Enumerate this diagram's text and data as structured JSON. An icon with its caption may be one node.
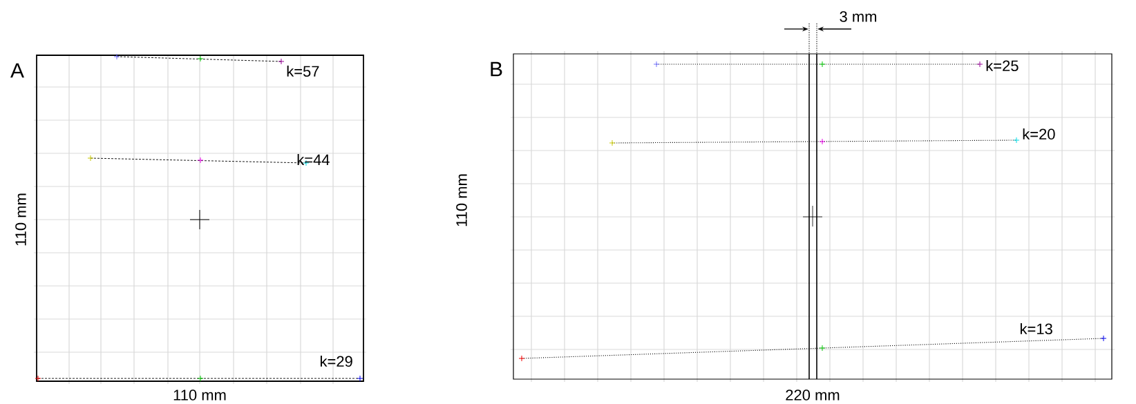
{
  "diagram": {
    "labels": [
      "A",
      "k=57",
      "k=44",
      "110 mm",
      "k=29",
      "110 mm",
      "3 mm",
      "B",
      "k=25",
      "k=20",
      "110 mm",
      "k=13",
      "220 mm"
    ]
  }
}
